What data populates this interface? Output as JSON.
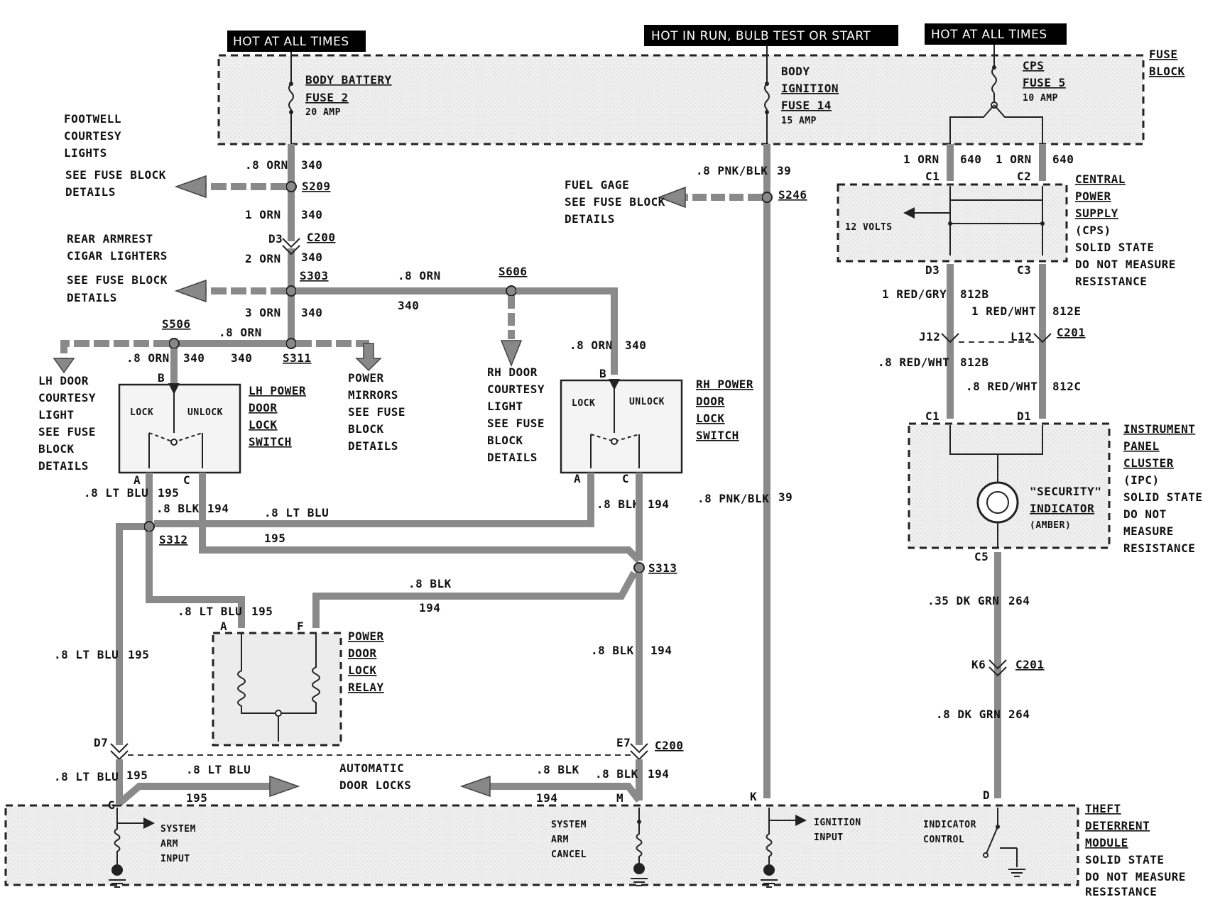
{
  "headers": {
    "hot_left": "HOT AT ALL TIMES",
    "hot_run": "HOT IN RUN, BULB TEST OR START",
    "hot_right": "HOT AT ALL TIMES"
  },
  "fuse_block": {
    "label_1": "FUSE",
    "label_2": "BLOCK",
    "fuse2": [
      "BODY BATTERY",
      "FUSE 2",
      "20 AMP"
    ],
    "fuse14": [
      "BODY",
      "IGNITION",
      "FUSE 14",
      "15 AMP"
    ],
    "fuse5": [
      "CPS",
      "FUSE 5",
      "10 AMP"
    ]
  },
  "left_branch": {
    "footwell": [
      "FOOTWELL",
      "COURTESY",
      "LIGHTS"
    ],
    "see_fuse_1": [
      "SEE FUSE BLOCK",
      "DETAILS"
    ],
    "rear_armrest": [
      "REAR ARMREST",
      "CIGAR LIGHTERS"
    ],
    "see_fuse_2": [
      "SEE FUSE BLOCK",
      "DETAILS"
    ],
    "lh_courtesy": [
      "LH DOOR",
      "COURTESY",
      "LIGHT",
      "SEE FUSE",
      "BLOCK",
      "DETAILS"
    ],
    "power_mirrors": [
      "POWER",
      "MIRRORS",
      "SEE FUSE",
      "BLOCK",
      "DETAILS"
    ],
    "rh_courtesy": [
      "RH DOOR",
      "COURTESY",
      "LIGHT",
      "SEE FUSE",
      "BLOCK",
      "DETAILS"
    ],
    "fuel_gage": [
      "FUEL GAGE",
      "SEE FUSE BLOCK",
      "DETAILS"
    ]
  },
  "components": {
    "lh_switch": [
      "LH POWER",
      "DOOR",
      "LOCK",
      "SWITCH"
    ],
    "rh_switch": [
      "RH POWER",
      "DOOR",
      "LOCK",
      "SWITCH"
    ],
    "relay": [
      "POWER",
      "DOOR",
      "LOCK",
      "RELAY"
    ],
    "cps": [
      "CENTRAL",
      "POWER",
      "SUPPLY",
      "(CPS)",
      "SOLID STATE",
      "DO NOT MEASURE",
      "RESISTANCE"
    ],
    "ipc": [
      "INSTRUMENT",
      "PANEL",
      "CLUSTER",
      "(IPC)",
      "SOLID STATE",
      "DO NOT",
      "MEASURE",
      "RESISTANCE"
    ],
    "tdm": [
      "THEFT",
      "DETERRENT",
      "MODULE",
      "SOLID STATE",
      "DO NOT MEASURE",
      "RESISTANCE"
    ],
    "lock": "LOCK",
    "unlock": "UNLOCK",
    "twelve_volts": "12 VOLTS",
    "security": [
      "\"SECURITY\"",
      "INDICATOR",
      "(AMBER)"
    ],
    "auto_locks": [
      "AUTOMATIC",
      "DOOR LOCKS"
    ],
    "sys_arm_input": [
      "SYSTEM",
      "ARM",
      "INPUT"
    ],
    "sys_arm_cancel": [
      "SYSTEM",
      "ARM",
      "CANCEL"
    ],
    "ign_input": [
      "IGNITION",
      "INPUT"
    ],
    "ind_control": [
      "INDICATOR",
      "CONTROL"
    ]
  },
  "wires": {
    "w_8orn": ".8 ORN",
    "w_1orn": "1 ORN",
    "w_2orn": "2 ORN",
    "w_3orn": "3 ORN",
    "c340": "340",
    "c640": "640",
    "c39": "39",
    "c195": "195",
    "c194": "194",
    "c812b": "812B",
    "c812e": "812E",
    "c812c": "812C",
    "c264": "264",
    "pnk_blk": ".8 PNK/BLK",
    "lt_blu": ".8 LT BLU",
    "blk": ".8 BLK",
    "red_gry": "1 RED/GRY",
    "red_wht1": "1 RED/WHT",
    "red_wht8": ".8 RED/WHT",
    "dk_grn35": ".35 DK GRN",
    "dk_grn8": ".8 DK GRN"
  },
  "splices": {
    "s209": "S209",
    "s303": "S303",
    "s311": "S311",
    "s506": "S506",
    "s606": "S606",
    "s246": "S246",
    "s312": "S312",
    "s313": "S313"
  },
  "connectors": {
    "c200": "C200",
    "c201": "C201",
    "d3": "D3",
    "c1": "C1",
    "c2": "C2",
    "c3": "C3",
    "d1": "D1",
    "j12": "J12",
    "l12": "L12",
    "c5": "C5",
    "k6": "K6",
    "a": "A",
    "b": "B",
    "c": "C",
    "f": "F",
    "d7": "D7",
    "e7": "E7",
    "g": "G",
    "m": "M",
    "k": "K",
    "d": "D"
  }
}
